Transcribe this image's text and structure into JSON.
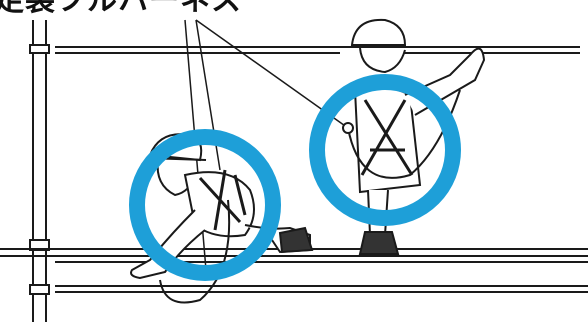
{
  "caption": "足装フルハーネス",
  "colors": {
    "highlight": "#1e9fd8",
    "line": "#1a1a1a",
    "background": "#ffffff"
  },
  "figures": [
    {
      "name": "crouching-worker",
      "equipment": "full-harness"
    },
    {
      "name": "standing-worker",
      "equipment": "full-harness"
    }
  ],
  "icons": [
    "helmet-icon",
    "harness-icon",
    "lanyard-hook-icon",
    "boot-icon"
  ]
}
